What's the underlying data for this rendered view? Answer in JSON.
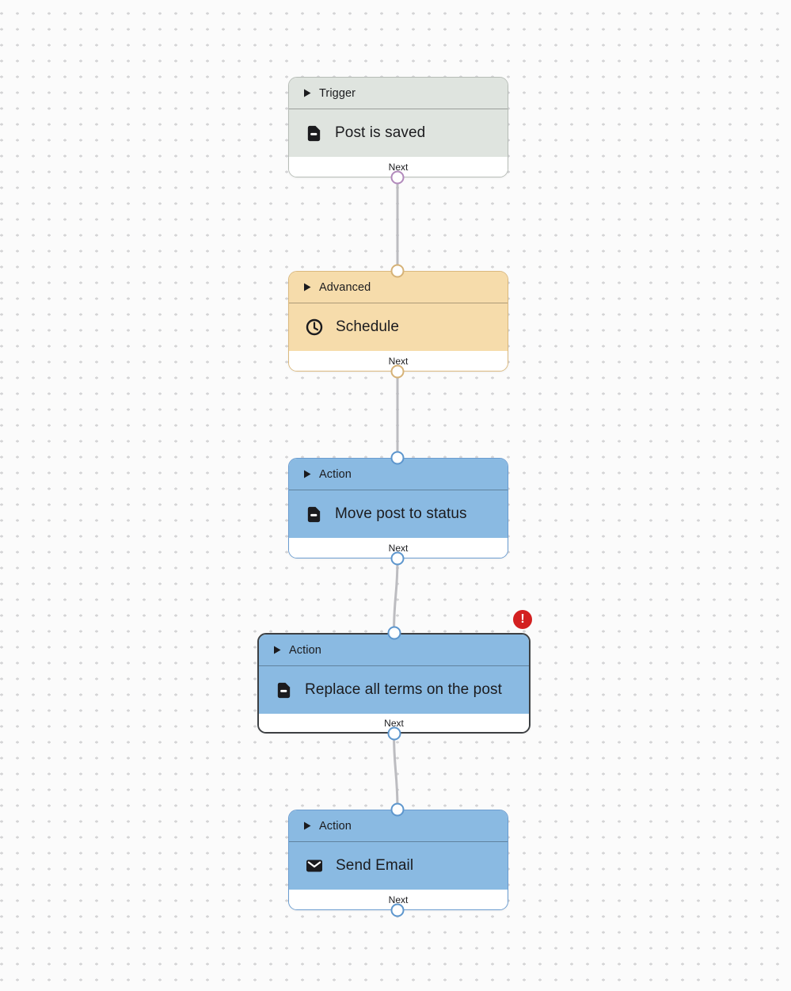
{
  "app": {
    "name": "workflow-automation-canvas"
  },
  "nodes": [
    {
      "category": "Trigger",
      "title": "Post is saved",
      "icon": "document-icon",
      "variant": "trigger",
      "footer_label": "Next",
      "selected": false,
      "has_error": false
    },
    {
      "category": "Advanced",
      "title": "Schedule",
      "icon": "clock-icon",
      "variant": "advanced",
      "footer_label": "Next",
      "selected": false,
      "has_error": false
    },
    {
      "category": "Action",
      "title": "Move post to status",
      "icon": "document-icon",
      "variant": "action",
      "footer_label": "Next",
      "selected": false,
      "has_error": false
    },
    {
      "category": "Action",
      "title": "Replace all terms on the post",
      "icon": "document-icon",
      "variant": "action",
      "footer_label": "Next",
      "selected": true,
      "has_error": true
    },
    {
      "category": "Action",
      "title": "Send Email",
      "icon": "email-icon",
      "variant": "action",
      "footer_label": "Next",
      "selected": false,
      "has_error": false
    }
  ],
  "error_badge": {
    "glyph": "!",
    "color": "#d32020"
  },
  "colors": {
    "canvas_bg": "#fbfbfb",
    "canvas_dot": "#d4d4d6",
    "trigger_fill": "#dfe4df",
    "trigger_border": "#b7bdb7",
    "trigger_handle": "#b28abc",
    "advanced_fill": "#f6dcab",
    "advanced_border": "#dbb97e",
    "action_fill": "#8abae2",
    "action_border": "#6a9cd0",
    "selected_border": "#3d4043",
    "edge_line": "#bcbcc0",
    "error_red": "#d32020",
    "text": "#1b1b1e"
  }
}
